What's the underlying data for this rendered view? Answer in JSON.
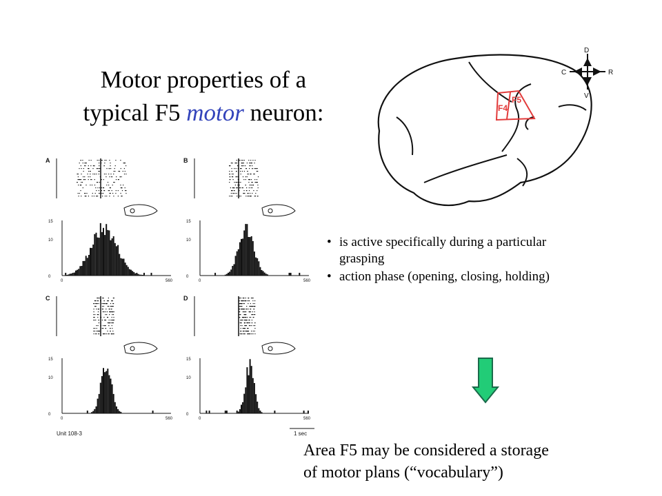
{
  "title": {
    "line1": "Motor properties of a",
    "line2_prefix": "typical F5 ",
    "line2_em": "motor",
    "line2_suffix": " neuron:"
  },
  "brain": {
    "area_f4": "F4",
    "area_f5": "F5",
    "compass": {
      "dorsal": "D",
      "ventral": "V",
      "caudal": "C",
      "rostral": "R"
    },
    "highlight_color": "#e23a3a"
  },
  "figure": {
    "panels": [
      {
        "letter": "A",
        "ymax": "15",
        "ymid": "10",
        "ymin": "0",
        "xmin": "0",
        "xmax": "560"
      },
      {
        "letter": "B",
        "ymax": "15",
        "ymid": "10",
        "ymin": "0",
        "xmin": "0",
        "xmax": "560"
      },
      {
        "letter": "C",
        "ymax": "15",
        "ymid": "10",
        "ymin": "0",
        "xmin": "0",
        "xmax": "560"
      },
      {
        "letter": "D",
        "ymax": "15",
        "ymid": "10",
        "ymin": "0",
        "xmin": "0",
        "xmax": "560"
      }
    ],
    "unit_label": "Unit 108-3",
    "scale_label": "1 sec"
  },
  "bullets": [
    "is active specifically during a particular grasping",
    "action phase (opening, closing, holding)"
  ],
  "arrow_color": "#22cc77",
  "conclusion": {
    "line1": "Area F5 may be considered a storage",
    "line2": "of motor plans (“vocabulary”)"
  }
}
